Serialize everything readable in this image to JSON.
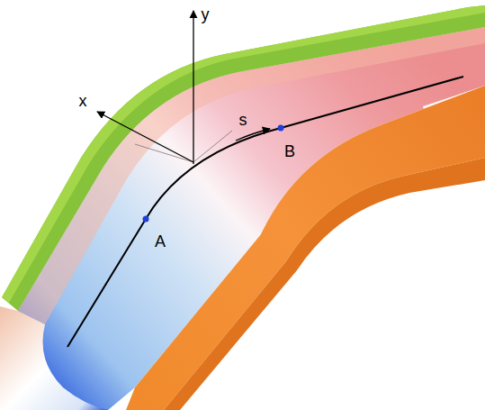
{
  "diagram": {
    "labels": [
      "x",
      "y",
      "s",
      "A",
      "B"
    ]
  }
}
